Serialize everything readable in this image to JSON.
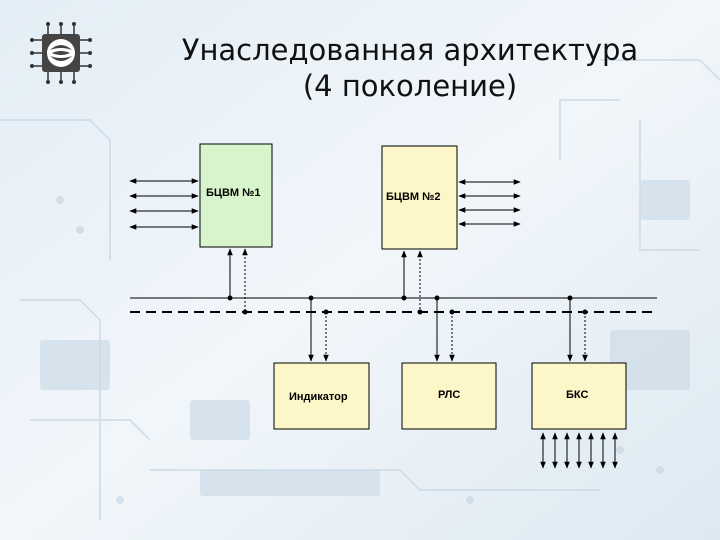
{
  "slide": {
    "title_line1": "Унаследованная архитектура",
    "title_line2": "(4 поколение)"
  },
  "diagram": {
    "blocks": [
      {
        "id": "bcvm1",
        "label": "БЦВМ №1",
        "fill": "#d8f4cc"
      },
      {
        "id": "bcvm2",
        "label": "БЦВМ №2",
        "fill": "#fdf6c8"
      },
      {
        "id": "indicator",
        "label": "Индикатор",
        "fill": "#fdf6c8"
      },
      {
        "id": "rls",
        "label": "РЛС",
        "fill": "#fdf6c8"
      },
      {
        "id": "bks",
        "label": "БКС",
        "fill": "#fdf6c8"
      }
    ],
    "buses": [
      {
        "id": "bus-solid",
        "style": "solid"
      },
      {
        "id": "bus-dashed",
        "style": "dashed"
      }
    ]
  }
}
